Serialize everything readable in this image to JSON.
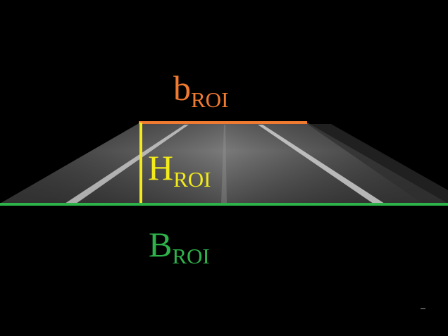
{
  "colors": {
    "background": "#000000",
    "top_width": "#f07a30",
    "height": "#f2ea1a",
    "base_width": "#2db34a",
    "road_light": "#8a8a8a",
    "road_dark": "#3a3a3a",
    "lane_marking": "#d6d6d6"
  },
  "labels": {
    "top_width": {
      "main": "b",
      "sub": "ROI"
    },
    "height": {
      "main": "H",
      "sub": "ROI"
    },
    "base_width": {
      "main": "B",
      "sub": "ROI"
    }
  }
}
